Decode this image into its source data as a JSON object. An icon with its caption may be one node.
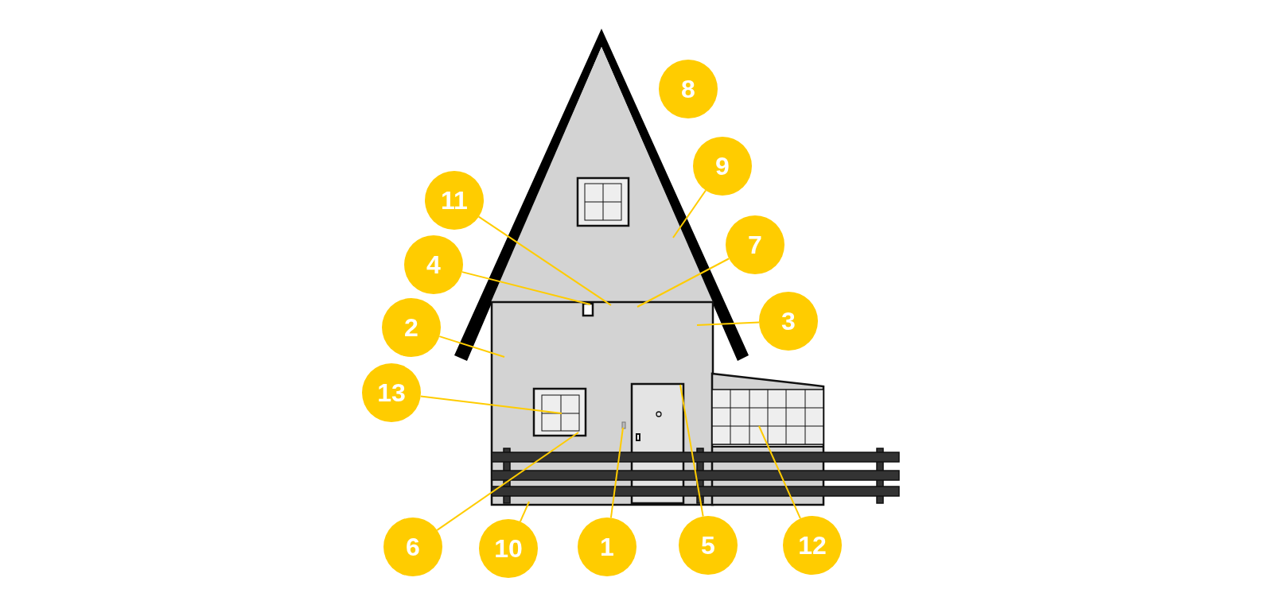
{
  "diagram": {
    "nodes": [
      {
        "text": [
          "8"
        ]
      },
      {
        "text": [
          "9"
        ]
      },
      {
        "text": [
          "11"
        ]
      },
      {
        "text": [
          "7"
        ]
      },
      {
        "text": [
          "4"
        ]
      },
      {
        "text": [
          "3"
        ]
      },
      {
        "text": [
          "2"
        ]
      },
      {
        "text": [
          "13"
        ]
      },
      {
        "text": [
          "6"
        ]
      },
      {
        "text": [
          "10"
        ]
      },
      {
        "text": [
          "1"
        ]
      },
      {
        "text": [
          "5"
        ]
      },
      {
        "text": [
          "12"
        ]
      }
    ],
    "edges": [
      {
        "from": 1,
        "to": null,
        "arrow": "none"
      },
      {
        "from": 2,
        "to": null,
        "arrow": "none"
      },
      {
        "from": 3,
        "to": null,
        "arrow": "none"
      },
      {
        "from": 4,
        "to": null,
        "arrow": "none"
      },
      {
        "from": 5,
        "to": null,
        "arrow": "none"
      },
      {
        "from": 6,
        "to": null,
        "arrow": "none"
      },
      {
        "from": 7,
        "to": null,
        "arrow": "none"
      },
      {
        "from": 8,
        "to": null,
        "arrow": "none"
      },
      {
        "from": 9,
        "to": null,
        "arrow": "none"
      },
      {
        "from": 10,
        "to": null,
        "arrow": "none"
      },
      {
        "from": 11,
        "to": null,
        "arrow": "none"
      },
      {
        "from": 12,
        "to": null,
        "arrow": "none"
      }
    ]
  }
}
